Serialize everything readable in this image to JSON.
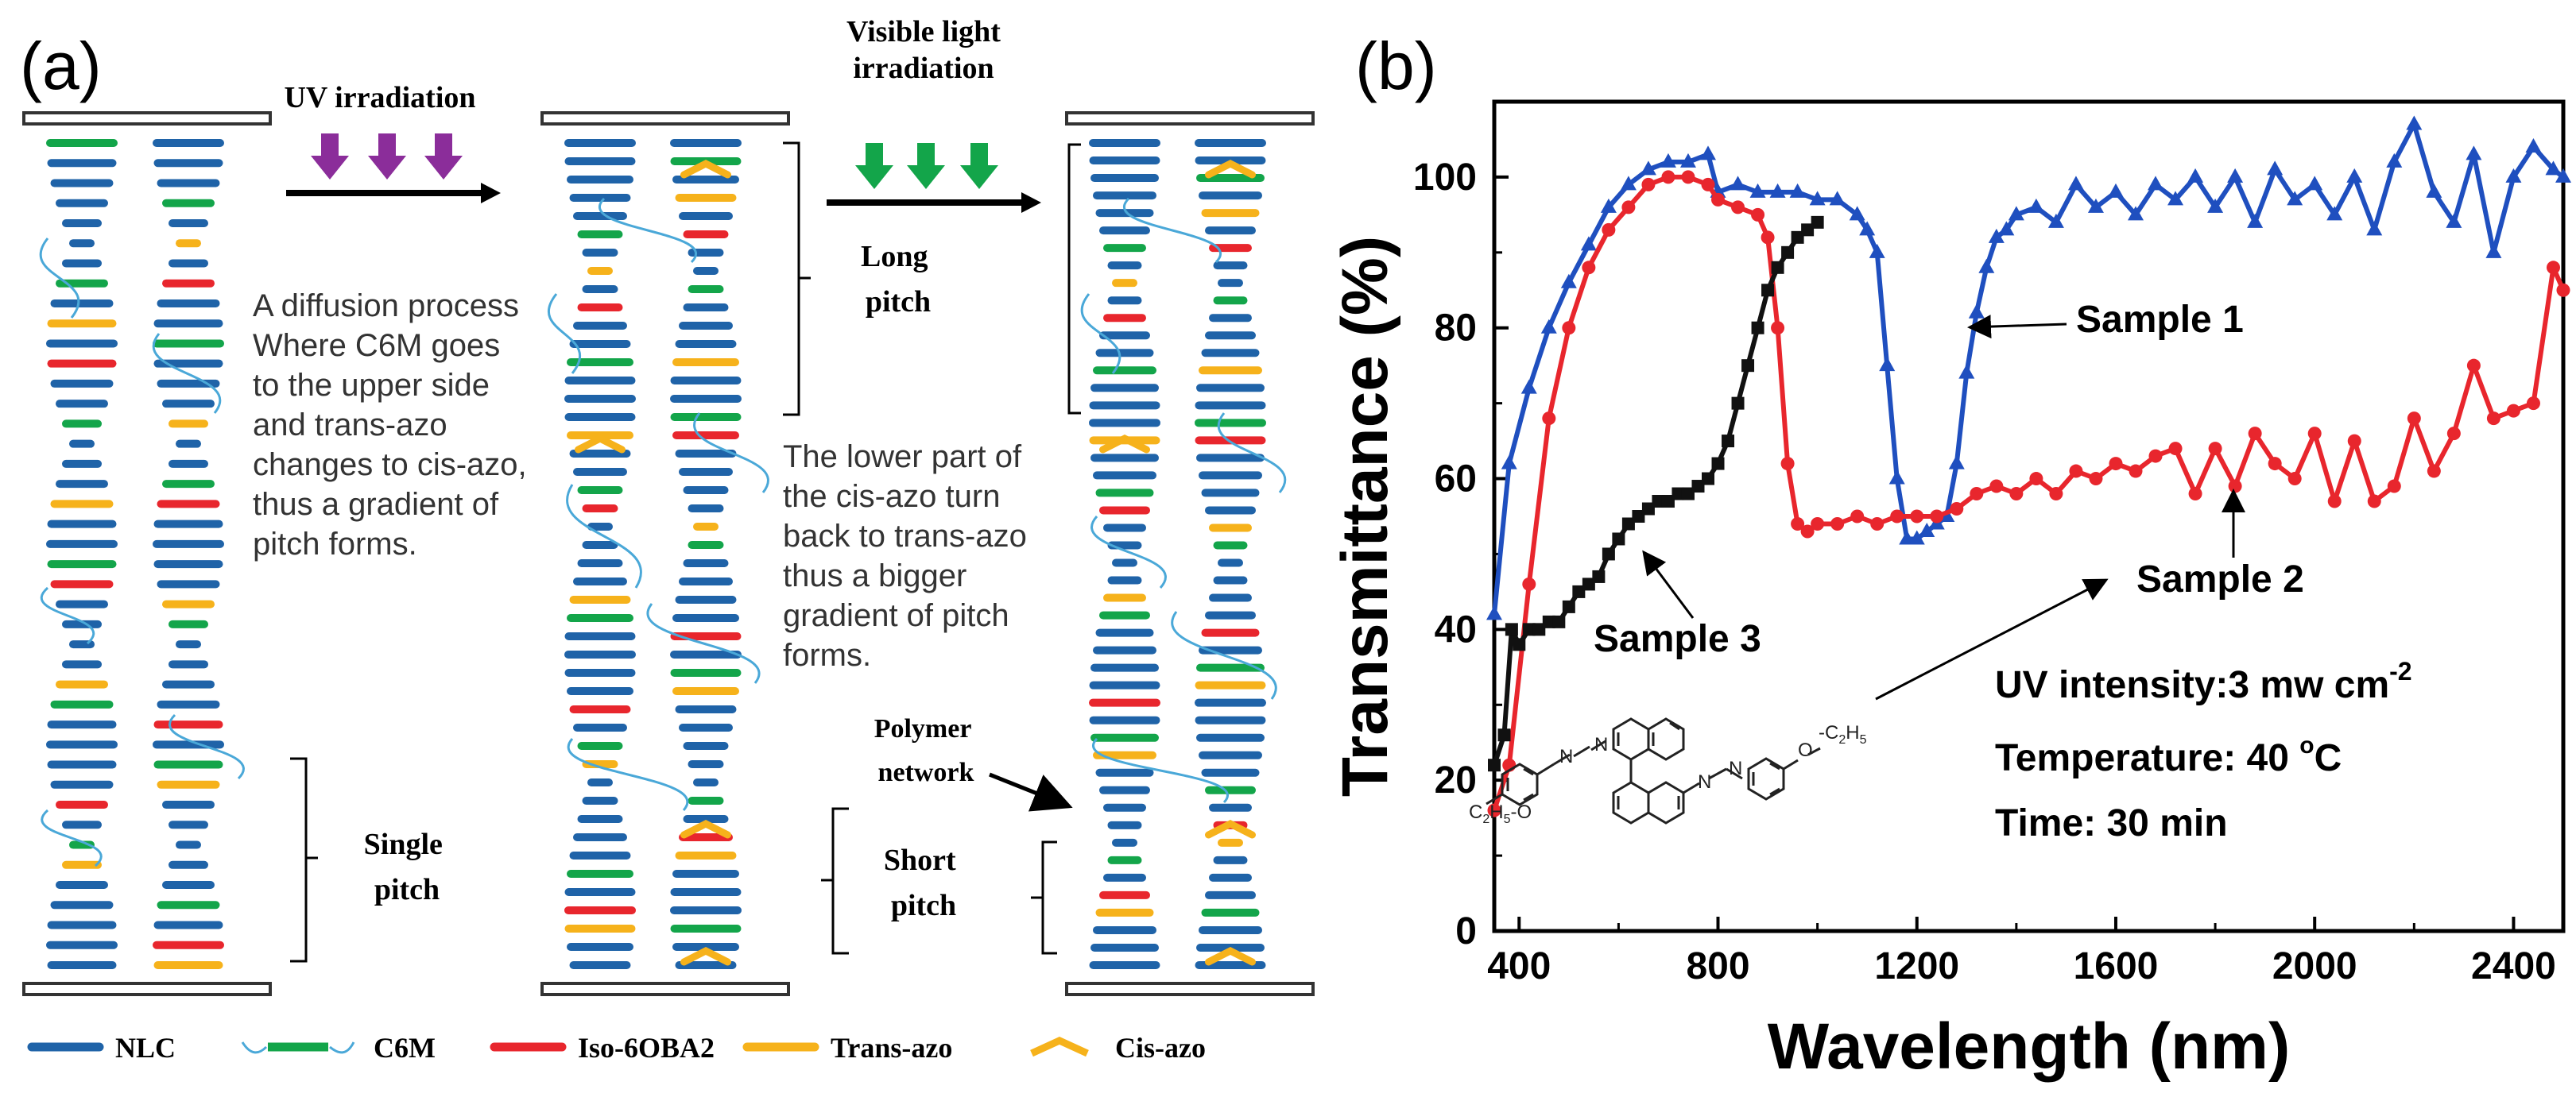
{
  "panel_a": {
    "label": "(a)",
    "arrows": {
      "uv": "UV irradiation",
      "visible_line1": "Visible light",
      "visible_line2": "irradiation"
    },
    "annotations": {
      "diffusion": [
        "A  diffusion process",
        "Where C6M goes",
        "to the upper side",
        "and trans-azo",
        "changes to cis-azo,",
        "thus a gradient of",
        "pitch forms."
      ],
      "lower_part": [
        "The lower part of",
        "the cis-azo turn",
        " back to trans-azo",
        " thus a bigger",
        "gradient of pitch",
        "forms."
      ],
      "long_pitch": [
        "Long",
        "pitch"
      ],
      "single_pitch": [
        "Single",
        "pitch"
      ],
      "short_pitch": [
        "Short",
        "pitch"
      ],
      "polymer_network": [
        "Polymer",
        "network"
      ]
    },
    "legend": [
      {
        "label": "NLC",
        "color": "#1f63a8",
        "shape": "bar"
      },
      {
        "label": "C6M",
        "color": "#13a54a",
        "shape": "bar-tails"
      },
      {
        "label": "Iso-6OBA2",
        "color": "#e8262d",
        "shape": "bar"
      },
      {
        "label": "Trans-azo",
        "color": "#f6b21b",
        "shape": "bar"
      },
      {
        "label": "Cis-azo",
        "color": "#f6b21b",
        "shape": "chevron"
      }
    ],
    "colors": {
      "nlc": "#1f63a8",
      "c6m": "#13a54a",
      "iso": "#e8262d",
      "azo": "#f6b21b",
      "uv_arrow": "#8b2d9a",
      "vis_arrow": "#13a54a",
      "chain": "#4aa8d8"
    }
  },
  "panel_b": {
    "label": "(b)"
  },
  "chart_data": {
    "type": "line",
    "xlabel": "Wavelength (nm)",
    "ylabel": "Transmittance (%)",
    "xlim": [
      350,
      2500
    ],
    "ylim": [
      0,
      110
    ],
    "xticks": [
      400,
      800,
      1200,
      1600,
      2000,
      2400
    ],
    "yticks": [
      0,
      20,
      40,
      60,
      80,
      100
    ],
    "grid": false,
    "series": [
      {
        "name": "Sample 1",
        "color": "#1f4fbf",
        "marker": "triangle",
        "x": [
          350,
          380,
          420,
          460,
          500,
          540,
          580,
          620,
          660,
          700,
          740,
          780,
          800,
          840,
          880,
          920,
          960,
          1000,
          1040,
          1080,
          1100,
          1120,
          1140,
          1160,
          1180,
          1200,
          1220,
          1240,
          1260,
          1280,
          1300,
          1320,
          1340,
          1360,
          1380,
          1400,
          1440,
          1480,
          1520,
          1560,
          1600,
          1640,
          1680,
          1720,
          1760,
          1800,
          1840,
          1880,
          1920,
          1960,
          2000,
          2040,
          2080,
          2120,
          2160,
          2200,
          2240,
          2280,
          2320,
          2360,
          2400,
          2440,
          2480,
          2500
        ],
        "y": [
          42,
          62,
          72,
          80,
          86,
          91,
          96,
          99,
          101,
          102,
          102,
          103,
          98,
          99,
          98,
          98,
          98,
          97,
          97,
          95,
          93,
          90,
          75,
          60,
          52,
          52,
          53,
          54,
          55,
          62,
          74,
          82,
          88,
          92,
          93,
          95,
          96,
          94,
          99,
          96,
          98,
          95,
          99,
          97,
          100,
          96,
          100,
          94,
          101,
          97,
          99,
          95,
          100,
          93,
          102,
          107,
          98,
          94,
          103,
          90,
          100,
          104,
          101,
          100
        ]
      },
      {
        "name": "Sample 2",
        "color": "#e8262d",
        "marker": "circle",
        "x": [
          350,
          380,
          420,
          460,
          500,
          540,
          580,
          620,
          660,
          700,
          740,
          780,
          800,
          840,
          880,
          900,
          920,
          940,
          960,
          980,
          1000,
          1040,
          1080,
          1120,
          1160,
          1200,
          1240,
          1280,
          1320,
          1360,
          1400,
          1440,
          1480,
          1520,
          1560,
          1600,
          1640,
          1680,
          1720,
          1760,
          1800,
          1840,
          1880,
          1920,
          1960,
          2000,
          2040,
          2080,
          2120,
          2160,
          2200,
          2240,
          2280,
          2320,
          2360,
          2400,
          2440,
          2480,
          2500
        ],
        "y": [
          16,
          22,
          46,
          68,
          80,
          88,
          93,
          96,
          99,
          100,
          100,
          99,
          97,
          96,
          95,
          92,
          80,
          62,
          54,
          53,
          54,
          54,
          55,
          54,
          55,
          55,
          55,
          56,
          58,
          59,
          58,
          60,
          58,
          61,
          60,
          62,
          61,
          63,
          64,
          58,
          64,
          59,
          66,
          62,
          60,
          66,
          57,
          65,
          57,
          59,
          68,
          61,
          66,
          75,
          68,
          69,
          70,
          88,
          85
        ]
      },
      {
        "name": "Sample 3",
        "color": "#111111",
        "marker": "square",
        "x": [
          350,
          370,
          385,
          400,
          420,
          440,
          460,
          480,
          500,
          520,
          540,
          560,
          580,
          600,
          620,
          640,
          660,
          680,
          700,
          720,
          740,
          760,
          780,
          800,
          820,
          840,
          860,
          880,
          900,
          920,
          940,
          960,
          980,
          1000
        ],
        "y": [
          22,
          26,
          40,
          38,
          40,
          40,
          41,
          41,
          43,
          45,
          46,
          47,
          50,
          52,
          54,
          55,
          56,
          57,
          57,
          58,
          58,
          59,
          60,
          62,
          65,
          70,
          75,
          80,
          85,
          88,
          90,
          92,
          93,
          94
        ]
      }
    ],
    "annotations": [
      "Sample 1",
      "Sample 2",
      "Sample 3",
      "UV intensity:3 mw cm",
      "-2",
      "Temperature: 40 ",
      "o",
      "C",
      "Time: 30 min"
    ],
    "molecule_labels": {
      "left": "C",
      "left_sub1": "2",
      "left_mid": "H",
      "left_sub2": "5",
      "left_end": "-O",
      "right_start": "O",
      "right_dash": "-C",
      "right_sub1": "2",
      "right_mid": "H",
      "right_sub2": "5",
      "n": "N"
    }
  }
}
